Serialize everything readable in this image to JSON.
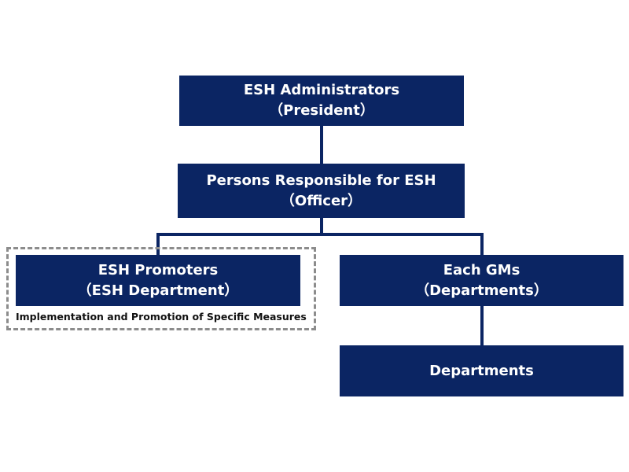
{
  "admin": {
    "line1": "ESH Administrators",
    "line2": "（President）"
  },
  "responsible": {
    "line1": "Persons Responsible for ESH",
    "line2": "（Officer）"
  },
  "promoters": {
    "line1": "ESH Promoters",
    "line2": "（ESH Department）",
    "note": "Implementation and Promotion of Specific Measures"
  },
  "gms": {
    "line1": "Each GMs",
    "line2": "（Departments）"
  },
  "departments": {
    "line1": "Departments"
  },
  "colors": {
    "box": "#0b2563",
    "dashed_border": "#8c8c8c",
    "background": "#ffffff"
  }
}
